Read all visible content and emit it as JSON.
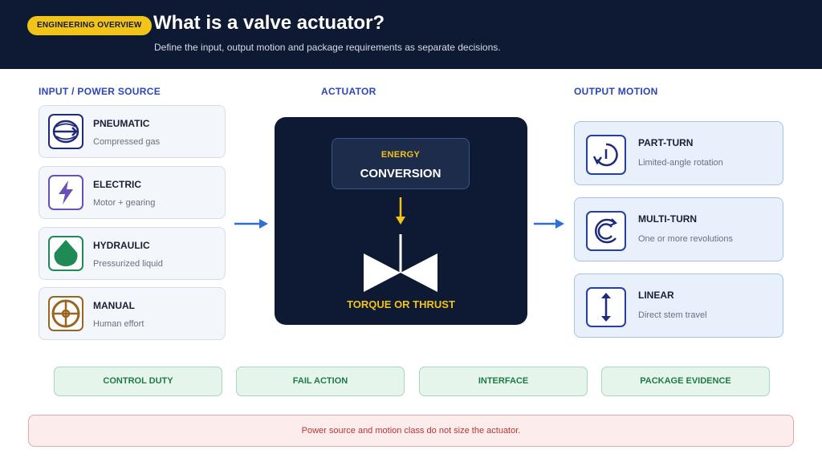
{
  "header": {
    "badge": "ENGINEERING OVERVIEW",
    "title": "What is a valve actuator?",
    "subtitle": "Define the input, output motion and package requirements as separate decisions."
  },
  "columns": {
    "input": "INPUT / POWER SOURCE",
    "actuator": "ACTUATOR",
    "output": "OUTPUT MOTION"
  },
  "inputs": [
    {
      "title": "PNEUMATIC",
      "sub": "Compressed gas",
      "icon": "pneumatic-icon"
    },
    {
      "title": "ELECTRIC",
      "sub": "Motor + gearing",
      "icon": "lightning-icon"
    },
    {
      "title": "HYDRAULIC",
      "sub": "Pressurized liquid",
      "icon": "droplet-icon"
    },
    {
      "title": "MANUAL",
      "sub": "Human effort",
      "icon": "handwheel-icon"
    }
  ],
  "actuator": {
    "energy": "ENERGY",
    "conversion": "CONVERSION",
    "output": "TORQUE OR THRUST"
  },
  "outputs": [
    {
      "title": "PART-TURN",
      "sub": "Limited-angle rotation",
      "icon": "part-turn-icon"
    },
    {
      "title": "MULTI-TURN",
      "sub": "One or more revolutions",
      "icon": "multi-turn-icon"
    },
    {
      "title": "LINEAR",
      "sub": "Direct stem travel",
      "icon": "linear-arrow-icon"
    }
  ],
  "requirements": [
    "CONTROL DUTY",
    "FAIL ACTION",
    "INTERFACE",
    "PACKAGE EVIDENCE"
  ],
  "warning": "Power source and motion class do not size the actuator.",
  "colors": {
    "header_bg": "#0e1a33",
    "accent_yellow": "#f2c318",
    "heading_blue": "#2b46b8",
    "requirement_green": "#1f7a45",
    "warning_red": "#b53636"
  }
}
